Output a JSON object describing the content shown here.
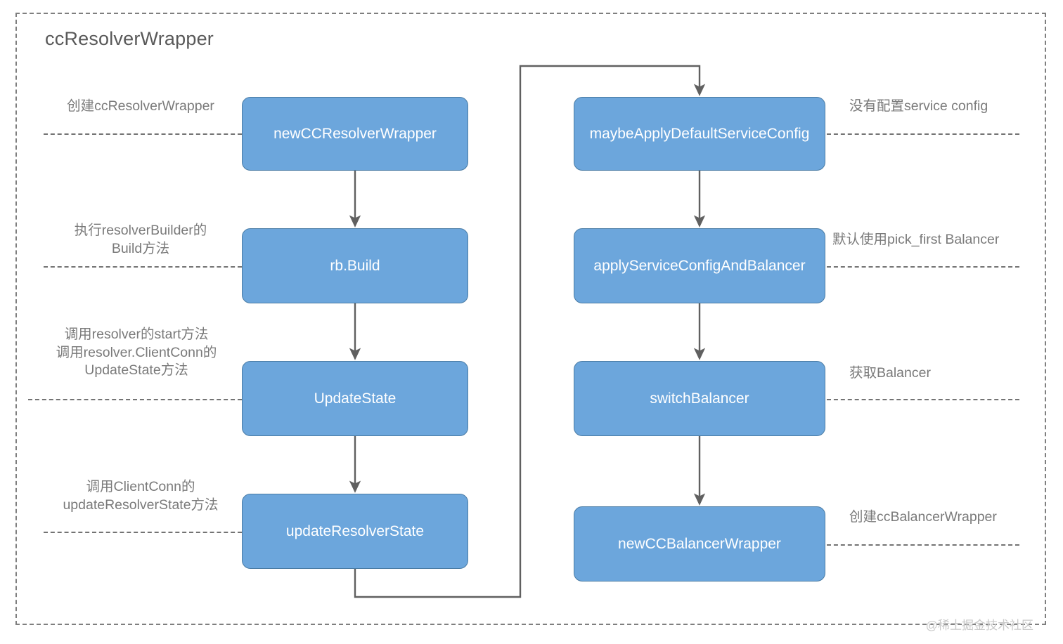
{
  "diagram": {
    "title": "ccResolverWrapper",
    "accent_color": "#6ca6dc",
    "accent_border_color": "#4a7ca5",
    "note_color": "#7a7a7a",
    "frame_color": "#7f7f7f"
  },
  "left_column": {
    "nodes": [
      {
        "label": "newCCResolverWrapper"
      },
      {
        "label": "rb.Build"
      },
      {
        "label": "UpdateState"
      },
      {
        "label": "updateResolverState"
      }
    ],
    "notes": [
      {
        "text": "创建ccResolverWrapper"
      },
      {
        "text": "执行resolverBuilder的\nBuild方法"
      },
      {
        "text": "调用resolver的start方法\n调用resolver.ClientConn的\nUpdateState方法"
      },
      {
        "text": "调用ClientConn的\nupdateResolverState方法"
      }
    ]
  },
  "right_column": {
    "nodes": [
      {
        "label": "maybeApplyDefaultServiceConfig"
      },
      {
        "label": "applyServiceConfigAndBalancer"
      },
      {
        "label": "switchBalancer"
      },
      {
        "label": "newCCBalancerWrapper"
      }
    ],
    "notes": [
      {
        "text": "没有配置service config"
      },
      {
        "text": "默认使用pick_first Balancer"
      },
      {
        "text": "获取Balancer"
      },
      {
        "text": "创建ccBalancerWrapper"
      }
    ]
  },
  "watermark": {
    "text": "@稀土掘金技术社区"
  }
}
